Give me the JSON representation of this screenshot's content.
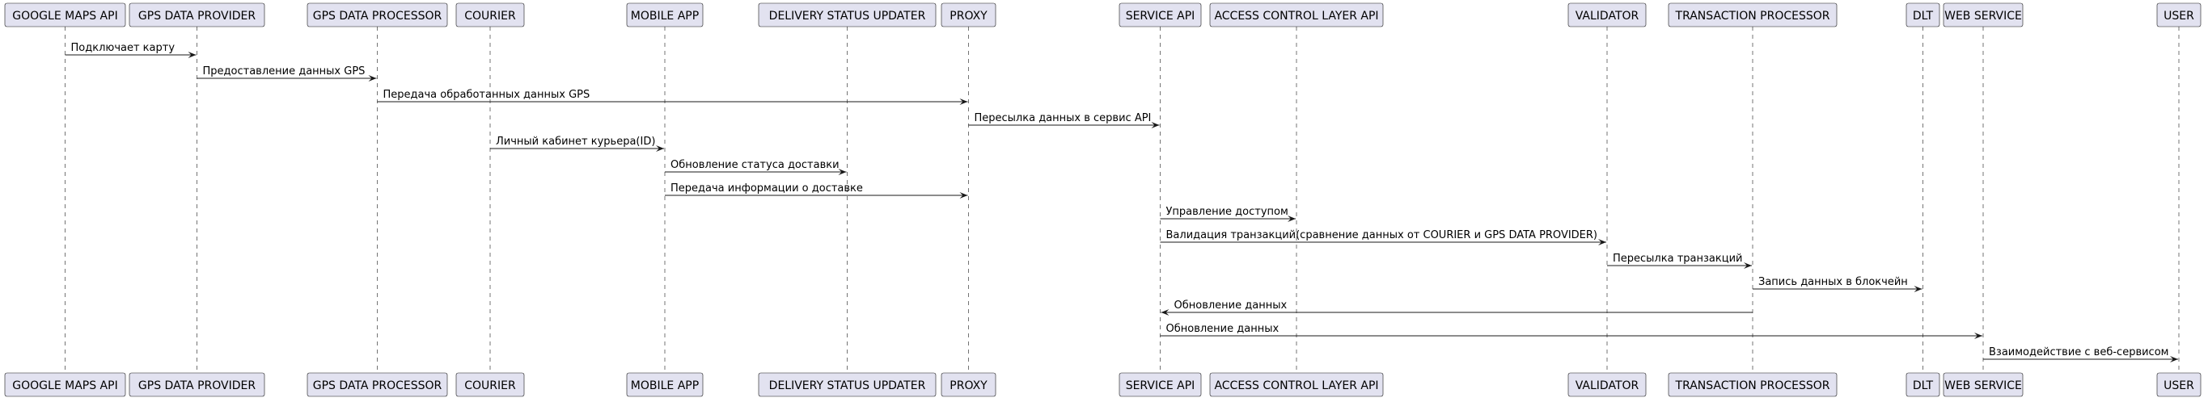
{
  "participants": [
    {
      "id": "google_maps_api",
      "label": "GOOGLE MAPS API"
    },
    {
      "id": "gps_data_provider",
      "label": "GPS DATA PROVIDER"
    },
    {
      "id": "gps_data_processor",
      "label": "GPS DATA PROCESSOR"
    },
    {
      "id": "courier",
      "label": "COURIER"
    },
    {
      "id": "mobile_app",
      "label": "MOBILE APP"
    },
    {
      "id": "delivery_status_updater",
      "label": "DELIVERY STATUS UPDATER"
    },
    {
      "id": "proxy",
      "label": "PROXY"
    },
    {
      "id": "service_api",
      "label": "SERVICE API"
    },
    {
      "id": "access_control_layer_api",
      "label": "ACCESS CONTROL LAYER API"
    },
    {
      "id": "validator",
      "label": "VALIDATOR"
    },
    {
      "id": "transaction_processor",
      "label": "TRANSACTION PROCESSOR"
    },
    {
      "id": "dlt",
      "label": "DLT"
    },
    {
      "id": "web_service",
      "label": "WEB SERVICE"
    },
    {
      "id": "user",
      "label": "USER"
    }
  ],
  "messages": [
    {
      "from": "google_maps_api",
      "to": "gps_data_provider",
      "label": "Подключает карту"
    },
    {
      "from": "gps_data_provider",
      "to": "gps_data_processor",
      "label": "Предоставление данных GPS"
    },
    {
      "from": "gps_data_processor",
      "to": "proxy",
      "label": "Передача обработанных данных GPS"
    },
    {
      "from": "proxy",
      "to": "service_api",
      "label": "Пересылка данных в сервис API"
    },
    {
      "from": "courier",
      "to": "mobile_app",
      "label": "Личный кабинет курьера(ID)"
    },
    {
      "from": "mobile_app",
      "to": "delivery_status_updater",
      "label": "Обновление статуса доставки"
    },
    {
      "from": "mobile_app",
      "to": "proxy",
      "label": "Передача информации о доставке"
    },
    {
      "from": "service_api",
      "to": "access_control_layer_api",
      "label": "Управление доступом"
    },
    {
      "from": "service_api",
      "to": "validator",
      "label": "Валидация транзакций(сравнение данных от COURIER и GPS DATA PROVIDER)"
    },
    {
      "from": "validator",
      "to": "transaction_processor",
      "label": "Пересылка транзакций"
    },
    {
      "from": "transaction_processor",
      "to": "dlt",
      "label": "Запись данных в блокчейн"
    },
    {
      "from": "transaction_processor",
      "to": "service_api",
      "label": "Обновление данных"
    },
    {
      "from": "service_api",
      "to": "web_service",
      "label": "Обновление данных"
    },
    {
      "from": "web_service",
      "to": "user",
      "label": "Взаимодействие с веб-сервисом"
    }
  ]
}
